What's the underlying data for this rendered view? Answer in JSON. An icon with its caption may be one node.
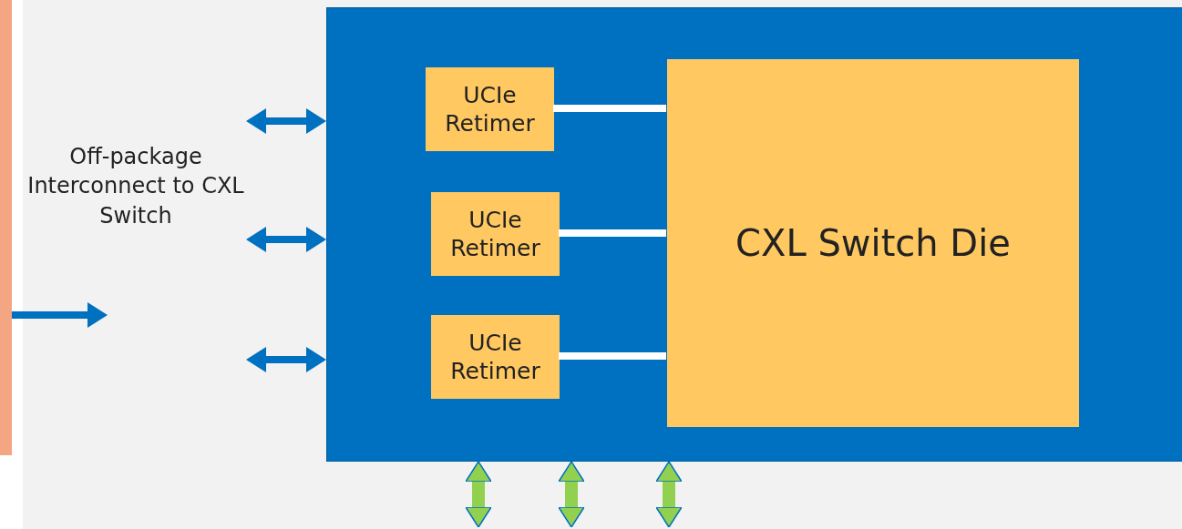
{
  "diagram": {
    "nodes": [
      {
        "text": [],
        "shape": "bar"
      },
      {
        "text": [],
        "shape": "box"
      },
      {
        "text": [
          "UCIe Retimer"
        ],
        "in": 1
      },
      {
        "text": [
          "UCIe Retimer"
        ],
        "in": 1
      },
      {
        "text": [
          "UCIe Retimer"
        ],
        "in": 1
      },
      {
        "text": [
          "CXL Switch Die"
        ],
        "in": 1
      }
    ],
    "edges": [
      {
        "from": 2,
        "to": 5,
        "arrow": "none",
        "color": "#ffffff"
      },
      {
        "from": 3,
        "to": 5,
        "arrow": "none",
        "color": "#ffffff"
      },
      {
        "from": 4,
        "to": 5,
        "arrow": "none",
        "color": "#ffffff"
      },
      {
        "from": null,
        "to": 1,
        "arrow": "both"
      },
      {
        "from": null,
        "to": 1,
        "arrow": "both"
      },
      {
        "from": null,
        "to": 1,
        "arrow": "both"
      },
      {
        "from": 0,
        "to": null,
        "arrow": "to"
      },
      {
        "from": 1,
        "to": null,
        "arrow": "both",
        "color": "#92d050"
      },
      {
        "from": 1,
        "to": null,
        "arrow": "both",
        "color": "#92d050"
      },
      {
        "from": 1,
        "to": null,
        "arrow": "both",
        "color": "#92d050"
      }
    ],
    "labels": [
      "Off-package Interconnect to CXL Switch"
    ]
  }
}
